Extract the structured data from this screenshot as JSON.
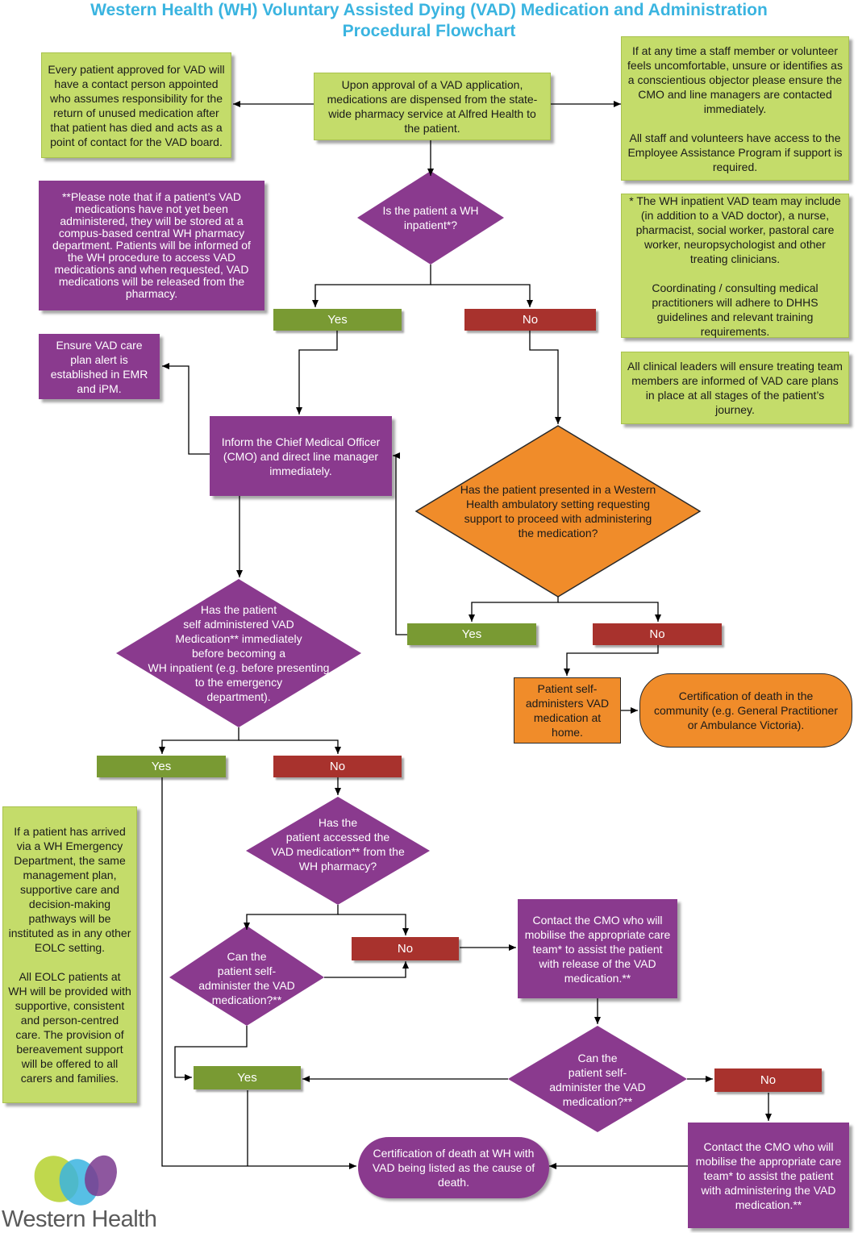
{
  "title": "Western Health (WH) Voluntary Assisted Dying (VAD) Medication and Administration\nProcedural Flowchart",
  "logo": {
    "text": "Western Health",
    "colors": [
      "#b9d43a",
      "#3ab4e0",
      "#7a3a8e"
    ]
  },
  "colors": {
    "green": "#c4dc6a",
    "purple": "#8a3a8e",
    "orange": "#f08c2a",
    "yes": "#799a33",
    "no": "#a8322d",
    "title": "#3ab4e0"
  },
  "boxes": {
    "contact_person": "Every patient approved for VAD will have a contact person appointed who assumes responsibility for the return of unused medication after that patient has died and acts as a point of contact for the VAD board.",
    "approval": "Upon approval of a VAD application, medications are dispensed from the state-wide pharmacy service at Alfred Health to the patient.",
    "uncomfortable": "If at any time a staff member or volunteer feels uncomfortable, unsure or identifies as a conscientious objector please ensure the CMO and line managers are contacted immediately.\n\nAll staff and volunteers have access to the Employee Assistance Program if support is required.",
    "storage_note": "**Please note that if a patient’s VAD medications have not yet been administered, they will be stored at a compus-based central WH pharmacy department. Patients will be informed of the WH procedure to access VAD medications and when requested, VAD medications will be released from the pharmacy.",
    "team_note": "* The WH inpatient VAD team may include (in addition to a VAD doctor), a nurse, pharmacist, social worker, pastoral care worker, neuropsychologist and other treating clinicians.\n\nCoordinating / consulting medical practitioners will adhere to DHHS guidelines and relevant training requirements.",
    "leaders_note": "All clinical leaders will ensure treating team members are informed of VAD care plans in place at all stages of the patient’s journey.",
    "care_plan_alert": "Ensure VAD care plan alert  is established in EMR and iPM.",
    "inform_cmo": "Inform the Chief Medical Officer (CMO) and direct line manager immediately.",
    "self_administers_home": "Patient self-administers VAD medication at home.",
    "community_death": "Certification of death in the community (e.g. General Practitioner or Ambulance Victoria).",
    "emergency_note": "If a patient has arrived via a WH Emergency Department, the same management plan, supportive care and decision-making pathways will be instituted as in any other EOLC setting.\n\nAll EOLC patients at WH will be provided with supportive, consistent and person-centred care. The provision of bereavement support will be offered to all carers and families.",
    "contact_cmo_release": "Contact the CMO who will mobilise the appropriate care team* to assist the patient with release of the VAD medication.**",
    "contact_cmo_administer": "Contact the CMO who will mobilise the appropriate care team* to assist the patient with administering the VAD medication.**",
    "wh_death": "Certification of death at WH with VAD being listed as the cause of death."
  },
  "decisions": {
    "inpatient": "Is the patient a WH inpatient*?",
    "ambulatory": "Has the patient presented in a Western Health ambulatory setting requesting support to proceed with administering the medication?",
    "self_administered_before": "Has the patient\nself administered VAD\nMedication** immediately\nbefore becoming a\nWH inpatient (e.g. before presenting\nto the emergency\ndepartment).",
    "accessed_pharmacy": "Has the\npatient accessed the\nVAD medication** from the\nWH pharmacy?",
    "can_self_admin_1": "Can the\npatient self-\nadminister the VAD\nmedication?**",
    "can_self_admin_2": "Can the\npatient self-\nadminister the VAD\nmedication?**"
  },
  "labels": {
    "yes": "Yes",
    "no": "No"
  }
}
